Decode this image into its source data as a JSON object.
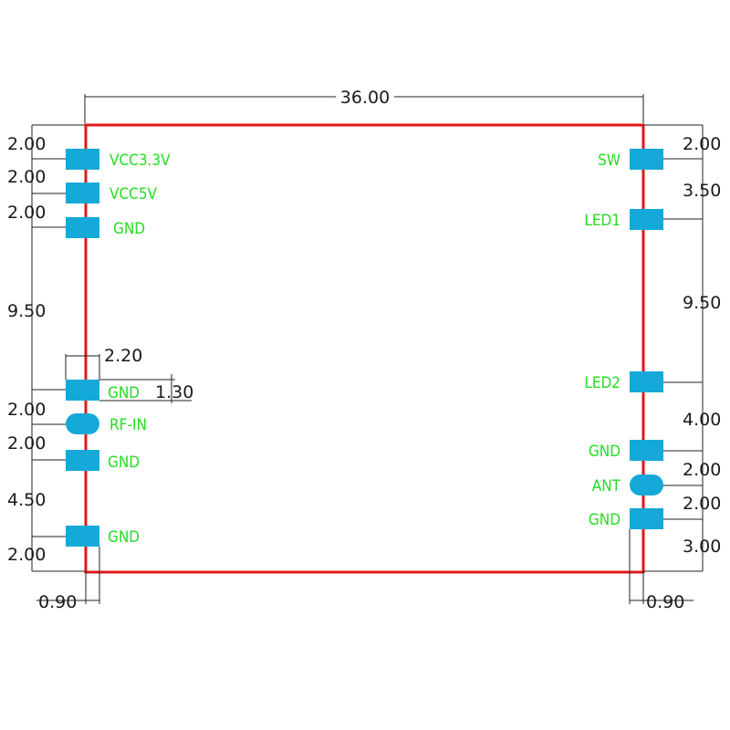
{
  "board_width": "36.00",
  "left_pins": [
    {
      "id": "vcc33",
      "label": "VCC3.3V",
      "shape": "square"
    },
    {
      "id": "vcc5",
      "label": "VCC5V",
      "shape": "square"
    },
    {
      "id": "gnd1",
      "label": "GND",
      "shape": "square"
    },
    {
      "id": "gnd2",
      "label": "GND",
      "shape": "square"
    },
    {
      "id": "rfin",
      "label": "RF-IN",
      "shape": "round"
    },
    {
      "id": "gnd3",
      "label": "GND",
      "shape": "square"
    },
    {
      "id": "gnd4",
      "label": "GND",
      "shape": "square"
    }
  ],
  "right_pins": [
    {
      "id": "sw",
      "label": "SW",
      "shape": "square"
    },
    {
      "id": "led1",
      "label": "LED1",
      "shape": "square"
    },
    {
      "id": "led2",
      "label": "LED2",
      "shape": "square"
    },
    {
      "id": "gnd5",
      "label": "GND",
      "shape": "square"
    },
    {
      "id": "ant",
      "label": "ANT",
      "shape": "round"
    },
    {
      "id": "gnd6",
      "label": "GND",
      "shape": "square"
    }
  ],
  "left_dims": [
    "2.00",
    "2.00",
    "2.00",
    "9.50",
    "2.00",
    "2.00",
    "4.50",
    "2.00"
  ],
  "right_dims": [
    "2.00",
    "3.50",
    "9.50",
    "4.00",
    "2.00",
    "2.00",
    "3.00"
  ],
  "pad_width": "2.20",
  "pad_height": "1.30",
  "left_edge_offset": "0.90",
  "right_edge_offset": "0.90",
  "colors": {
    "board_outline": "#e01818",
    "pad": "#14a9d8",
    "pin_label": "#22dd22",
    "dim_text": "#1a1a1a"
  }
}
